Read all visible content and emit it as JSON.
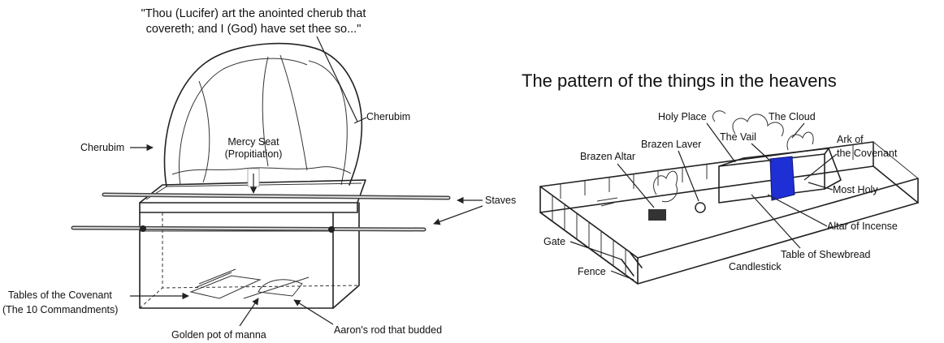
{
  "ark": {
    "quote_line1": "\"Thou (Lucifer) art the anointed cherub that",
    "quote_line2": "covereth; and I (God) have set thee so...\"",
    "cherubim_left": "Cherubim",
    "cherubim_right": "Cherubim",
    "mercy_seat_line1": "Mercy Seat",
    "mercy_seat_line2": "(Propitiation)",
    "staves": "Staves",
    "tables_line1": "Tables of the Covenant",
    "tables_line2": "(The 10 Commandments)",
    "golden_pot": "Golden pot of manna",
    "aarons_rod": "Aaron's rod that budded"
  },
  "tabernacle": {
    "title": "The pattern of the things in the heavens",
    "holy_place": "Holy Place",
    "the_cloud": "The Cloud",
    "the_vail": "The Vail",
    "brazen_laver": "Brazen Laver",
    "brazen_altar": "Brazen Altar",
    "ark_line1": "Ark of",
    "ark_line2": "the Covenant",
    "most_holy": "Most Holy",
    "altar_of_incense": "Altar of Incense",
    "table_of_shewbread": "Table of Shewbread",
    "candlestick": "Candlestick",
    "gate": "Gate",
    "fence": "Fence"
  },
  "colors": {
    "vail": "#1f2fd6",
    "ink": "#222222"
  }
}
